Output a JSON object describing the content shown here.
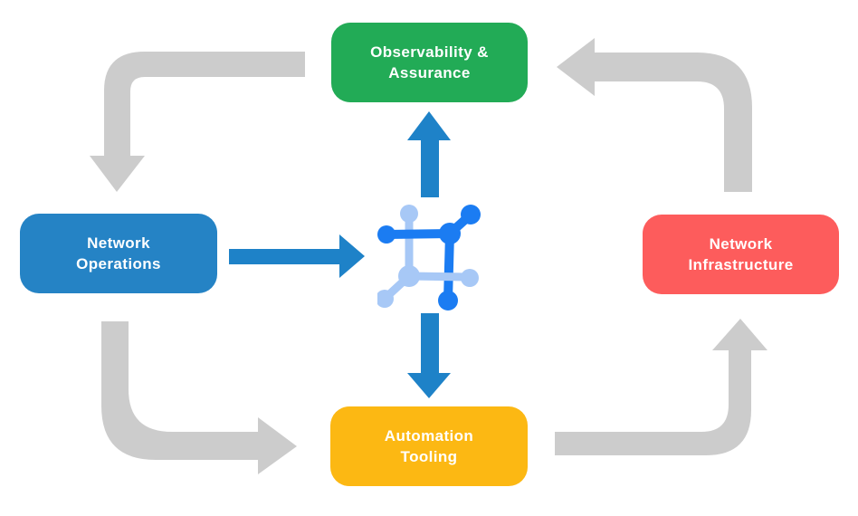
{
  "nodes": {
    "observability": {
      "label": "Observability &\nAssurance",
      "color": "#22ab56"
    },
    "operations": {
      "label": "Network\nOperations",
      "color": "#2583c5"
    },
    "infrastructure": {
      "label": "Network\nInfrastructure",
      "color": "#fd5c5c"
    },
    "automation": {
      "label": "Automation\nTooling",
      "color": "#fcb813"
    }
  },
  "colors": {
    "arrow_gray": "#cccccc",
    "arrow_blue": "#1e82c8",
    "icon_dark": "#1b7cf2",
    "icon_light": "#a7c8f6",
    "text": "#ffffff",
    "background": "#ffffff"
  },
  "edges": [
    {
      "from": "Observability & Assurance",
      "to": "Network Operations",
      "style": "gray-elbow"
    },
    {
      "from": "Network Operations",
      "to": "Automation Tooling",
      "style": "gray-elbow"
    },
    {
      "from": "Automation Tooling",
      "to": "Network Infrastructure",
      "style": "gray-elbow"
    },
    {
      "from": "Network Infrastructure",
      "to": "Observability & Assurance",
      "style": "gray-elbow"
    },
    {
      "from": "Network Operations",
      "to": "center-icon",
      "style": "blue-straight"
    },
    {
      "from": "center-icon",
      "to": "Observability & Assurance",
      "style": "blue-straight"
    },
    {
      "from": "center-icon",
      "to": "Automation Tooling",
      "style": "blue-straight"
    }
  ],
  "center_icon": {
    "name": "network-automation-icon"
  }
}
